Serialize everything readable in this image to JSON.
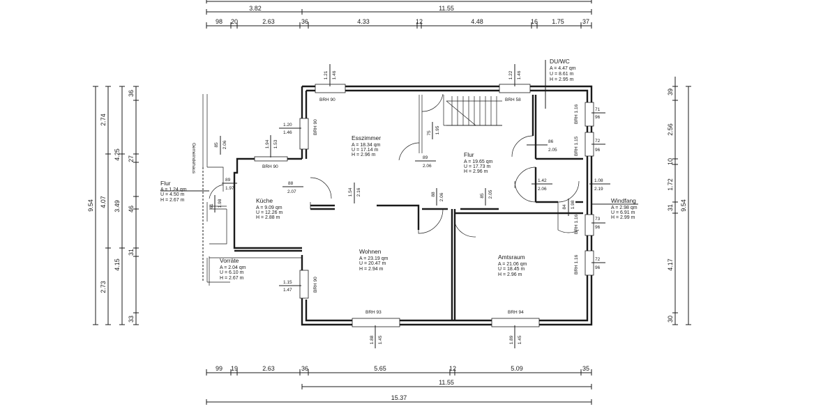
{
  "dimensions": {
    "top_overall_left": "3.82",
    "top_overall_right": "11.55",
    "top_segments": [
      "98",
      "20",
      "2.63",
      "36",
      "4.33",
      "12",
      "4.48",
      "16",
      "1.75",
      "37"
    ],
    "bottom_segments": [
      "99",
      "19",
      "2.63",
      "36",
      "5.65",
      "12",
      "5.09",
      "35"
    ],
    "bottom_inner": "11.55",
    "bottom_total": "15.37",
    "left_outer_total": "9.54",
    "left_col2": [
      "2.74",
      "4.07",
      "2.73"
    ],
    "left_col3": [
      "4.25",
      "3.49",
      "4.15"
    ],
    "left_col4": [
      "36",
      "27",
      "46",
      "31",
      "33"
    ],
    "right_total": "9.54",
    "right_col": [
      "39",
      "2.56",
      "10",
      "1.72",
      "31",
      "4.17",
      "30"
    ]
  },
  "rooms": [
    {
      "name": "Esszimmer",
      "a": "A   =  18.34 qm",
      "u": "U   =  17.14 m",
      "h": "H   =   2.96 m"
    },
    {
      "name": "Flur",
      "a": "A   =  19.65 qm",
      "u": "U   =  17.73 m",
      "h": "H   =   2.96 m"
    },
    {
      "name": "DU/WC",
      "a": "A   =   4.47 qm",
      "u": "U   =   8.61 m",
      "h": "H   =   2.95 m"
    },
    {
      "name": "Küche",
      "a": "A   =   9.09 qm",
      "u": "U   =  12.26 m",
      "h": "H   =   2.88 m"
    },
    {
      "name": "Flur",
      "a": "A   =   1.24 qm",
      "u": "U   =   4.50 m",
      "h": "H   =   2.67 m"
    },
    {
      "name": "Vorräte",
      "a": "A   =   2.04 qm",
      "u": "U   =   6.10 m",
      "h": "H   =   2.67 m"
    },
    {
      "name": "Wohnen",
      "a": "A   =  23.19 qm",
      "u": "U   =  20.47 m",
      "h": "H   =   2.94 m"
    },
    {
      "name": "Amtsraum",
      "a": "A   =  21.06 qm",
      "u": "U   =  18.45 m",
      "h": "H   =   2.96 m"
    },
    {
      "name": "Windfang",
      "a": "A   =   2.98 qm",
      "u": "U   =   6.91 m",
      "h": "H   =   2.99 m"
    }
  ],
  "labels": {
    "neighbor": "Gemeindehaus",
    "brh_esszimmer_top": "BRH 90",
    "brh_esszimmer_side": "BRH 90",
    "brh_kueche": "BRH 90",
    "brh_stair": "BRH 58",
    "brh_wohnen_side": "BRH 90",
    "brh_wohnen_bottom": "BRH 93",
    "brh_amts_bottom": "BRH 94",
    "brh_wc_side": "BRH 1.16",
    "brh_wc_side2": "BRH 1.15",
    "brh_wind_side": "BRH 1.16",
    "brh_amts_side": "BRH 1.16"
  },
  "openings": {
    "top_win1_a": "1.21",
    "top_win1_b": "1.46",
    "top_win2_a": "1.22",
    "top_win2_b": "1.46",
    "left_win_a": "1.20",
    "left_win_b": "1.46",
    "kueche_win_a": "1.94",
    "kueche_win_b": "1.53",
    "wohnen_win_a": "1.15",
    "wohnen_win_b": "1.47",
    "bottom_win1_a": "1.88",
    "bottom_win1_b": "1.45",
    "bottom_win2_a": "1.89",
    "bottom_win2_b": "1.45",
    "door_ess_a": "89",
    "door_ess_b": "2.06",
    "door_kue_a": "88",
    "door_kue_b": "2.07",
    "door_flur_a": "89",
    "door_flur_b": "1.97",
    "door_neigh_a": "85",
    "door_neigh_b": "2.06",
    "door_vor_a": "61",
    "door_vor_b": "1.98",
    "door_stair_a": "75",
    "door_stair_b": "1.95",
    "door_wc_a": "86",
    "door_wc_b": "2.05",
    "door_wind_a": "1.42",
    "door_wind_b": "2.06",
    "door_main_a": "1.08",
    "door_main_b": "2.19",
    "door_wohn_a": "88",
    "door_wohn_b": "2.06",
    "door_amts_a": "85",
    "door_amts_b": "2.05",
    "door_wf_a": "84",
    "door_wf_b": "1.98",
    "pass_a": "1.54",
    "pass_b": "2.16",
    "rw_71": "71",
    "rw_96a": "96",
    "rw_72a": "72",
    "rw_96b": "96",
    "rw_73": "73",
    "rw_96c": "96",
    "rw_72b": "72",
    "rw_96d": "96"
  }
}
